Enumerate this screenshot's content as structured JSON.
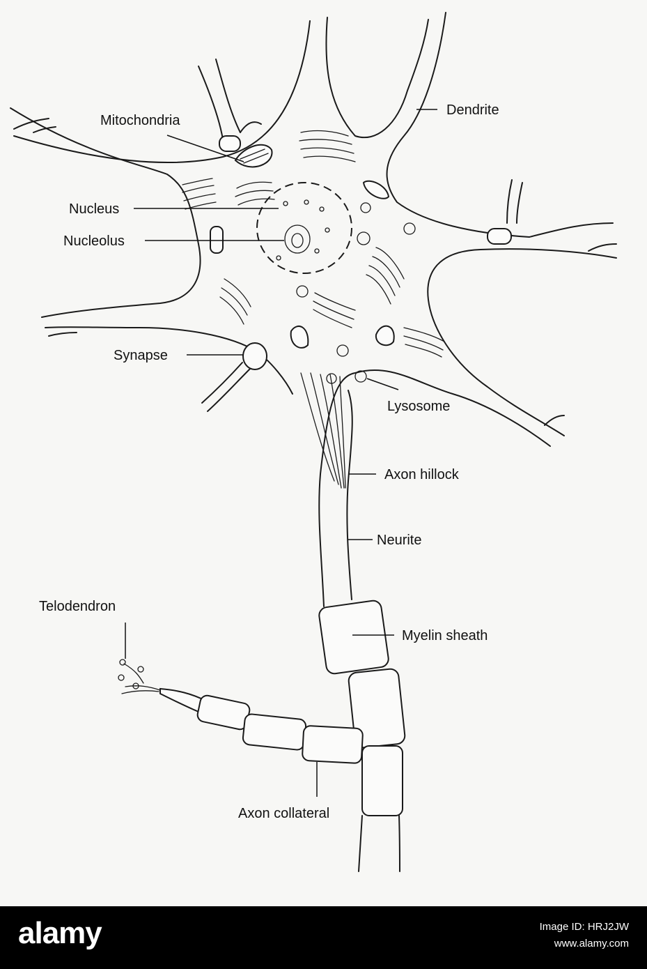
{
  "labels": {
    "mitochondria": "Mitochondria",
    "dendrite": "Dendrite",
    "nucleus": "Nucleus",
    "nucleolus": "Nucleolus",
    "synapse": "Synapse",
    "lysosome": "Lysosome",
    "axon_hillock": "Axon hillock",
    "neurite": "Neurite",
    "telodendron": "Telodendron",
    "myelin_sheath": "Myelin sheath",
    "axon_collateral": "Axon collateral"
  },
  "footer": {
    "brand": "alamy",
    "image_id": "Image ID: HRJ2JW",
    "site": "www.alamy.com"
  },
  "colors": {
    "line": "#1a1a1a",
    "paper": "#f7f7f5",
    "footer_bg": "#000000"
  }
}
